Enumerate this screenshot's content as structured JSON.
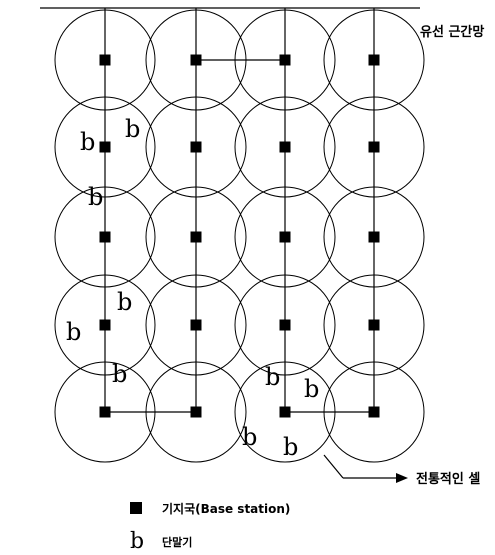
{
  "labels": {
    "backbone": "유선 근간망",
    "conventional_cell": "전통적인 셀"
  },
  "legend": {
    "base_station": "기지국(Base station)",
    "terminal": "단말기"
  },
  "terminal_glyph": "b",
  "colors": {
    "ink": "#000000",
    "background": "#ffffff"
  }
}
